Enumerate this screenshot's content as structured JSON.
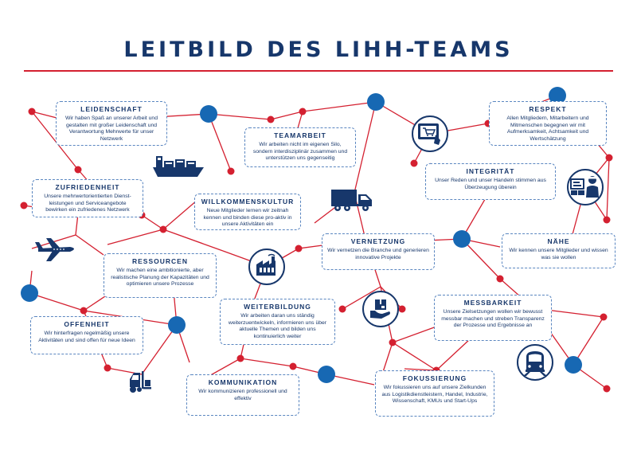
{
  "title": "LEITBILD DES LIHH-TEAMS",
  "colors": {
    "navy": "#17376b",
    "red": "#d42030",
    "blue": "#1768b3",
    "dashed_border": "#5a86c0"
  },
  "values": [
    {
      "id": "leidenschaft",
      "title": "LEIDENSCHAFT",
      "text": "Wir haben Spaß an unserer Arbeit und gestalten mit großer Leidenschaft und Verantwortung Mehrwerte für unser Netzwerk"
    },
    {
      "id": "teamarbeit",
      "title": "TEAMARBEIT",
      "text": "Wir arbeiten nicht im eigenen Silo, sondern interdisziplinär zusammen und unterstützen uns gegenseitig"
    },
    {
      "id": "respekt",
      "title": "RESPEKT",
      "text": "Allen Mitgliedern, Mitarbeitern und Mitmenschen begegnen wir mit Aufmerksamkeit, Achtsamkeit und Wertschätzung"
    },
    {
      "id": "integritaet",
      "title": "INTEGRITÄT",
      "text": "Unser Reden und unser Handeln stimmen aus Überzeugung überein"
    },
    {
      "id": "zufriedenheit",
      "title": "ZUFRIEDENHEIT",
      "text": "Unsere mehrwertorientierten Dienst-leistungen und Serviceangebote bewirken ein zufriedenes Netzwerk"
    },
    {
      "id": "willkommenskultur",
      "title": "WILLKOMMENSKULTUR",
      "text": "Neue Mitglieder lernen wir zeitnah kennen und binden diese pro-aktiv in unsere Aktivitäten ein"
    },
    {
      "id": "vernetzung",
      "title": "VERNETZUNG",
      "text": "Wir vernetzen die Branche und generieren innovative Projekte"
    },
    {
      "id": "naehe",
      "title": "NÄHE",
      "text": "Wir kennen unsere Mitglieder und wissen was sie wollen"
    },
    {
      "id": "ressourcen",
      "title": "RESSOURCEN",
      "text": "Wir machen eine ambitionierte, aber realistische Planung der Kapazitäten und optimieren unsere Prozesse"
    },
    {
      "id": "weiterbildung",
      "title": "WEITERBILDUNG",
      "text": "Wir arbeiten daran uns ständig weiterzuentwickeln, informieren uns über aktuelle Themen und bilden uns kontinuierlich weiter"
    },
    {
      "id": "messbarkeit",
      "title": "MESSBARKEIT",
      "text": "Unsere Zielsetzungen wollen wir bewusst messbar machen und streben Transparenz der Prozesse und Ergebnisse an"
    },
    {
      "id": "offenheit",
      "title": "OFFENHEIT",
      "text": "Wir hinterfragen regelmäßig unsere Aktivitäten und sind offen für neue Ideen"
    },
    {
      "id": "kommunikation",
      "title": "KOMMUNIKATION",
      "text": "Wir kommunizieren professionell und effektiv"
    },
    {
      "id": "fokussierung",
      "title": "FOKUSSIERUNG",
      "text": "Wir fokussieren uns auf unsere Zielkunden aus Logistikdienstleistern, Handel, Industrie, Wissenschaft, KMUs und Start-Ups"
    }
  ],
  "icons": [
    "ship-icon",
    "computer-shopping-icon",
    "truck-icon",
    "warehouse-worker-icon",
    "airplane-icon",
    "factory-icon",
    "parcel-hand-icon",
    "forklift-icon",
    "train-icon"
  ]
}
